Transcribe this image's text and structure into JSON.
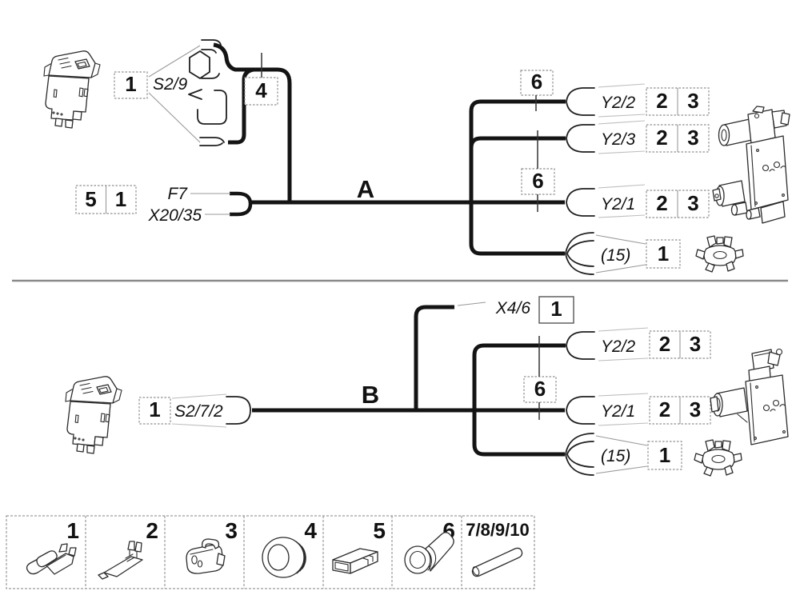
{
  "colors": {
    "wire": "#141414",
    "box_border": "#8f8f8f",
    "divider": "#8a8a8a",
    "text": "#111111"
  },
  "harnessA": {
    "label": "A",
    "switch_item": "1",
    "switch_code": "S2/9",
    "grommet_item": "4",
    "supply_item_1": "5",
    "supply_item_2": "1",
    "fuse_code": "F7",
    "supply_connector_code": "X20/35",
    "boot_item_top": "6",
    "boot_item_mid": "6",
    "branches": [
      {
        "code": "Y2/2",
        "item1": "2",
        "item2": "3"
      },
      {
        "code": "Y2/3",
        "item1": "2",
        "item2": "3"
      },
      {
        "code": "Y2/1",
        "item1": "2",
        "item2": "3"
      },
      {
        "code": "(15)",
        "item1": "1"
      }
    ],
    "illustrations": {
      "switch": "rocker-switch",
      "valve": "dual-solenoid-valve",
      "clip": "retainer-clip"
    }
  },
  "harnessB": {
    "label": "B",
    "switch_item": "1",
    "switch_code": "S2/7/2",
    "branch_connector_code": "X4/6",
    "branch_connector_item": "1",
    "boot_item": "6",
    "branches": [
      {
        "code": "Y2/2",
        "item1": "2",
        "item2": "3"
      },
      {
        "code": "Y2/1",
        "item1": "2",
        "item2": "3"
      },
      {
        "code": "(15)",
        "item1": "1"
      }
    ],
    "illustrations": {
      "switch": "rocker-switch",
      "valve": "solenoid-valve",
      "clip": "retainer-clip"
    }
  },
  "legend": {
    "items": [
      {
        "label": "1",
        "icon": "female-spade-terminal"
      },
      {
        "label": "2",
        "icon": "pin-terminal"
      },
      {
        "label": "3",
        "icon": "connector-housing"
      },
      {
        "label": "4",
        "icon": "grommet"
      },
      {
        "label": "5",
        "icon": "connector-sleeve"
      },
      {
        "label": "6",
        "icon": "rubber-boot"
      },
      {
        "label": "7/8/9/10",
        "icon": "insulating-tube"
      }
    ]
  }
}
